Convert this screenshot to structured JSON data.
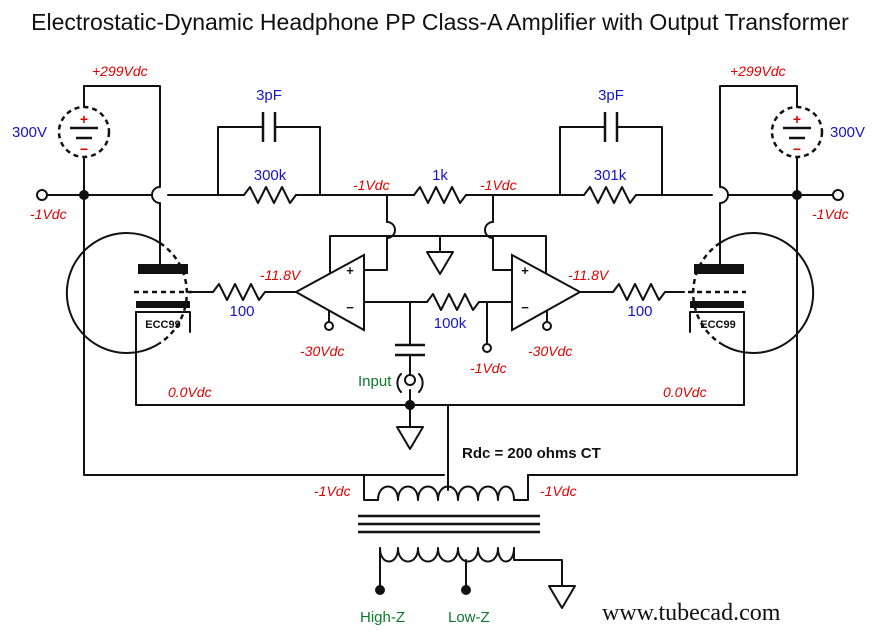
{
  "title": "Electrostatic-Dynamic Headphone PP Class-A Amplifier with Output Transformer",
  "supplies": {
    "left": {
      "label": "300V",
      "rail": "+299Vdc"
    },
    "right": {
      "label": "300V",
      "rail": "+299Vdc"
    }
  },
  "capacitors": {
    "left": "3pF",
    "right": "3pF"
  },
  "resistors": {
    "feedback_left": "300k",
    "feedback_right": "301k",
    "middle": "1k",
    "grid_left": "100",
    "grid_right": "100",
    "bias": "100k"
  },
  "voltages": {
    "input_left": "-1Vdc",
    "input_right": "-1Vdc",
    "node_left": "-1Vdc",
    "node_right": "-1Vdc",
    "grid_left": "-11.8V",
    "grid_right": "-11.8V",
    "opamp_neg_left": "-30Vdc",
    "opamp_neg_right": "-30Vdc",
    "bias_supply": "-1Vdc",
    "cathode_left": "0.0Vdc",
    "cathode_right": "0.0Vdc",
    "xfmr_left": "-1Vdc",
    "xfmr_right": "-1Vdc"
  },
  "tubes": {
    "left": "ECC99",
    "right": "ECC99"
  },
  "labels": {
    "input": "Input",
    "transformer": "Rdc = 200 ohms CT",
    "high_z": "High-Z",
    "low_z": "Low-Z"
  },
  "website": "www.tubecad.com"
}
